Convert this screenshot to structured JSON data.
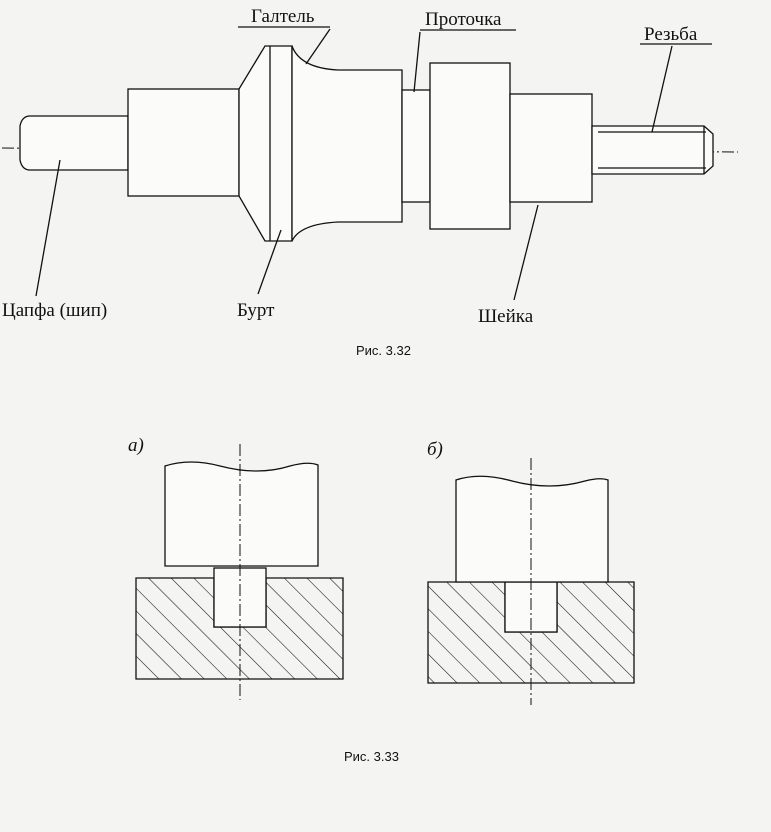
{
  "fig_3_32": {
    "labels": {
      "galtel": "Галтель",
      "protochka": "Проточка",
      "rezba": "Резьба",
      "tsapfa": "Цапфа (шип)",
      "burt": "Бурт",
      "sheyka": "Шейка"
    },
    "caption": "Рис. 3.32"
  },
  "fig_3_33": {
    "variant_a": "а)",
    "variant_b": "б)",
    "caption": "Рис. 3.33"
  }
}
